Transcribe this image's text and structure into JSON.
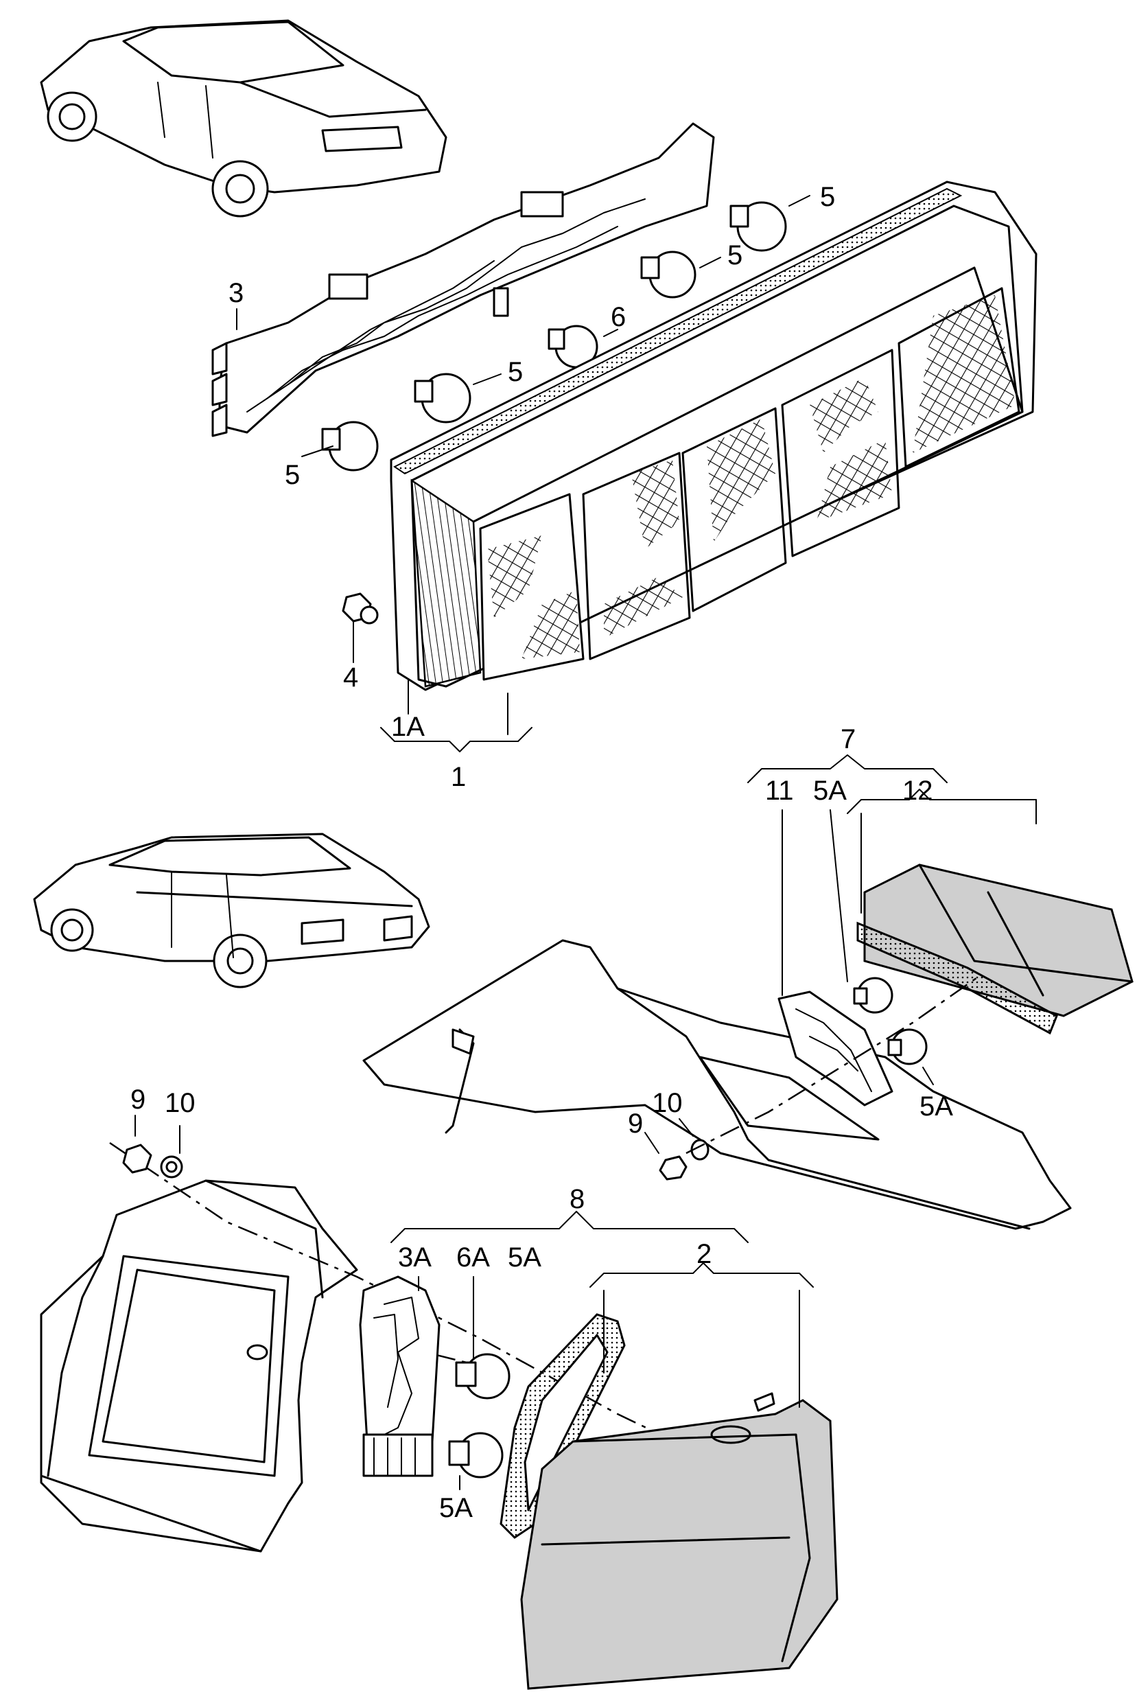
{
  "callouts": {
    "c1": "1",
    "c1A": "1A",
    "c2": "2",
    "c3": "3",
    "c3A": "3A",
    "c4": "4",
    "c5a": "5",
    "c5b": "5",
    "c5c": "5",
    "c5d": "5",
    "c5A_a": "5A",
    "c5A_b": "5A",
    "c5A_c": "5A",
    "c5A_d": "5A",
    "c6": "6",
    "c6A": "6A",
    "c7": "7",
    "c8": "8",
    "c9a": "9",
    "c9b": "9",
    "c10a": "10",
    "c10b": "10",
    "c11": "11",
    "c12": "12"
  },
  "colors": {
    "line": "#000000",
    "background": "#ffffff",
    "glass": "#cfcfcf"
  }
}
